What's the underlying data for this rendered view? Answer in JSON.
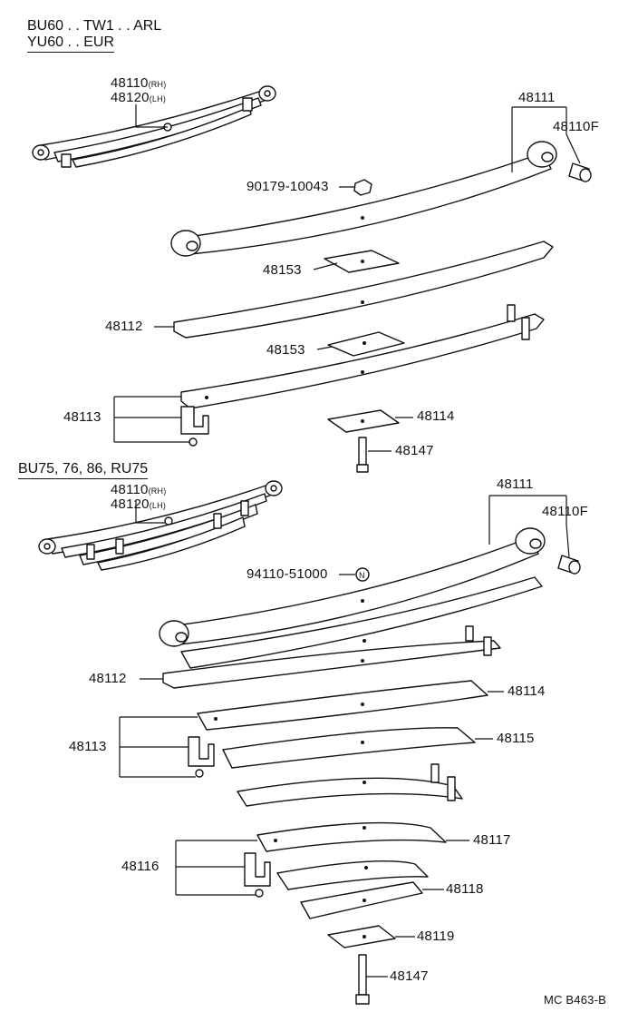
{
  "section1": {
    "header_line1": "BU60 . . TW1 . . ARL",
    "header_line2": "YU60 . . EUR",
    "assy_rh": "48110",
    "assy_rh_suffix": "(RH)",
    "assy_lh": "48120",
    "assy_lh_suffix": "(LH)",
    "parts": {
      "main_leaf": "48111",
      "bushing": "48110F",
      "nut": "90179-10043",
      "pad_upper": "48153",
      "leaf_2": "48112",
      "pad_lower": "48153",
      "clip": "48113",
      "spacer": "48114",
      "center_bolt": "48147"
    }
  },
  "section2": {
    "header": "BU75, 76, 86, RU75",
    "assy_rh": "48110",
    "assy_rh_suffix": "(RH)",
    "assy_lh": "48120",
    "assy_lh_suffix": "(LH)",
    "parts": {
      "main_leaf": "48111",
      "bushing": "48110F",
      "nut": "94110-51000",
      "leaf_2": "48112",
      "leaf_3": "48114",
      "clip_1": "48113",
      "leaf_4": "48115",
      "clip_2": "48116",
      "leaf_5": "48117",
      "leaf_6": "48118",
      "spacer": "48119",
      "center_bolt": "48147"
    }
  },
  "footer": {
    "ref_code": "MC B463-B"
  }
}
